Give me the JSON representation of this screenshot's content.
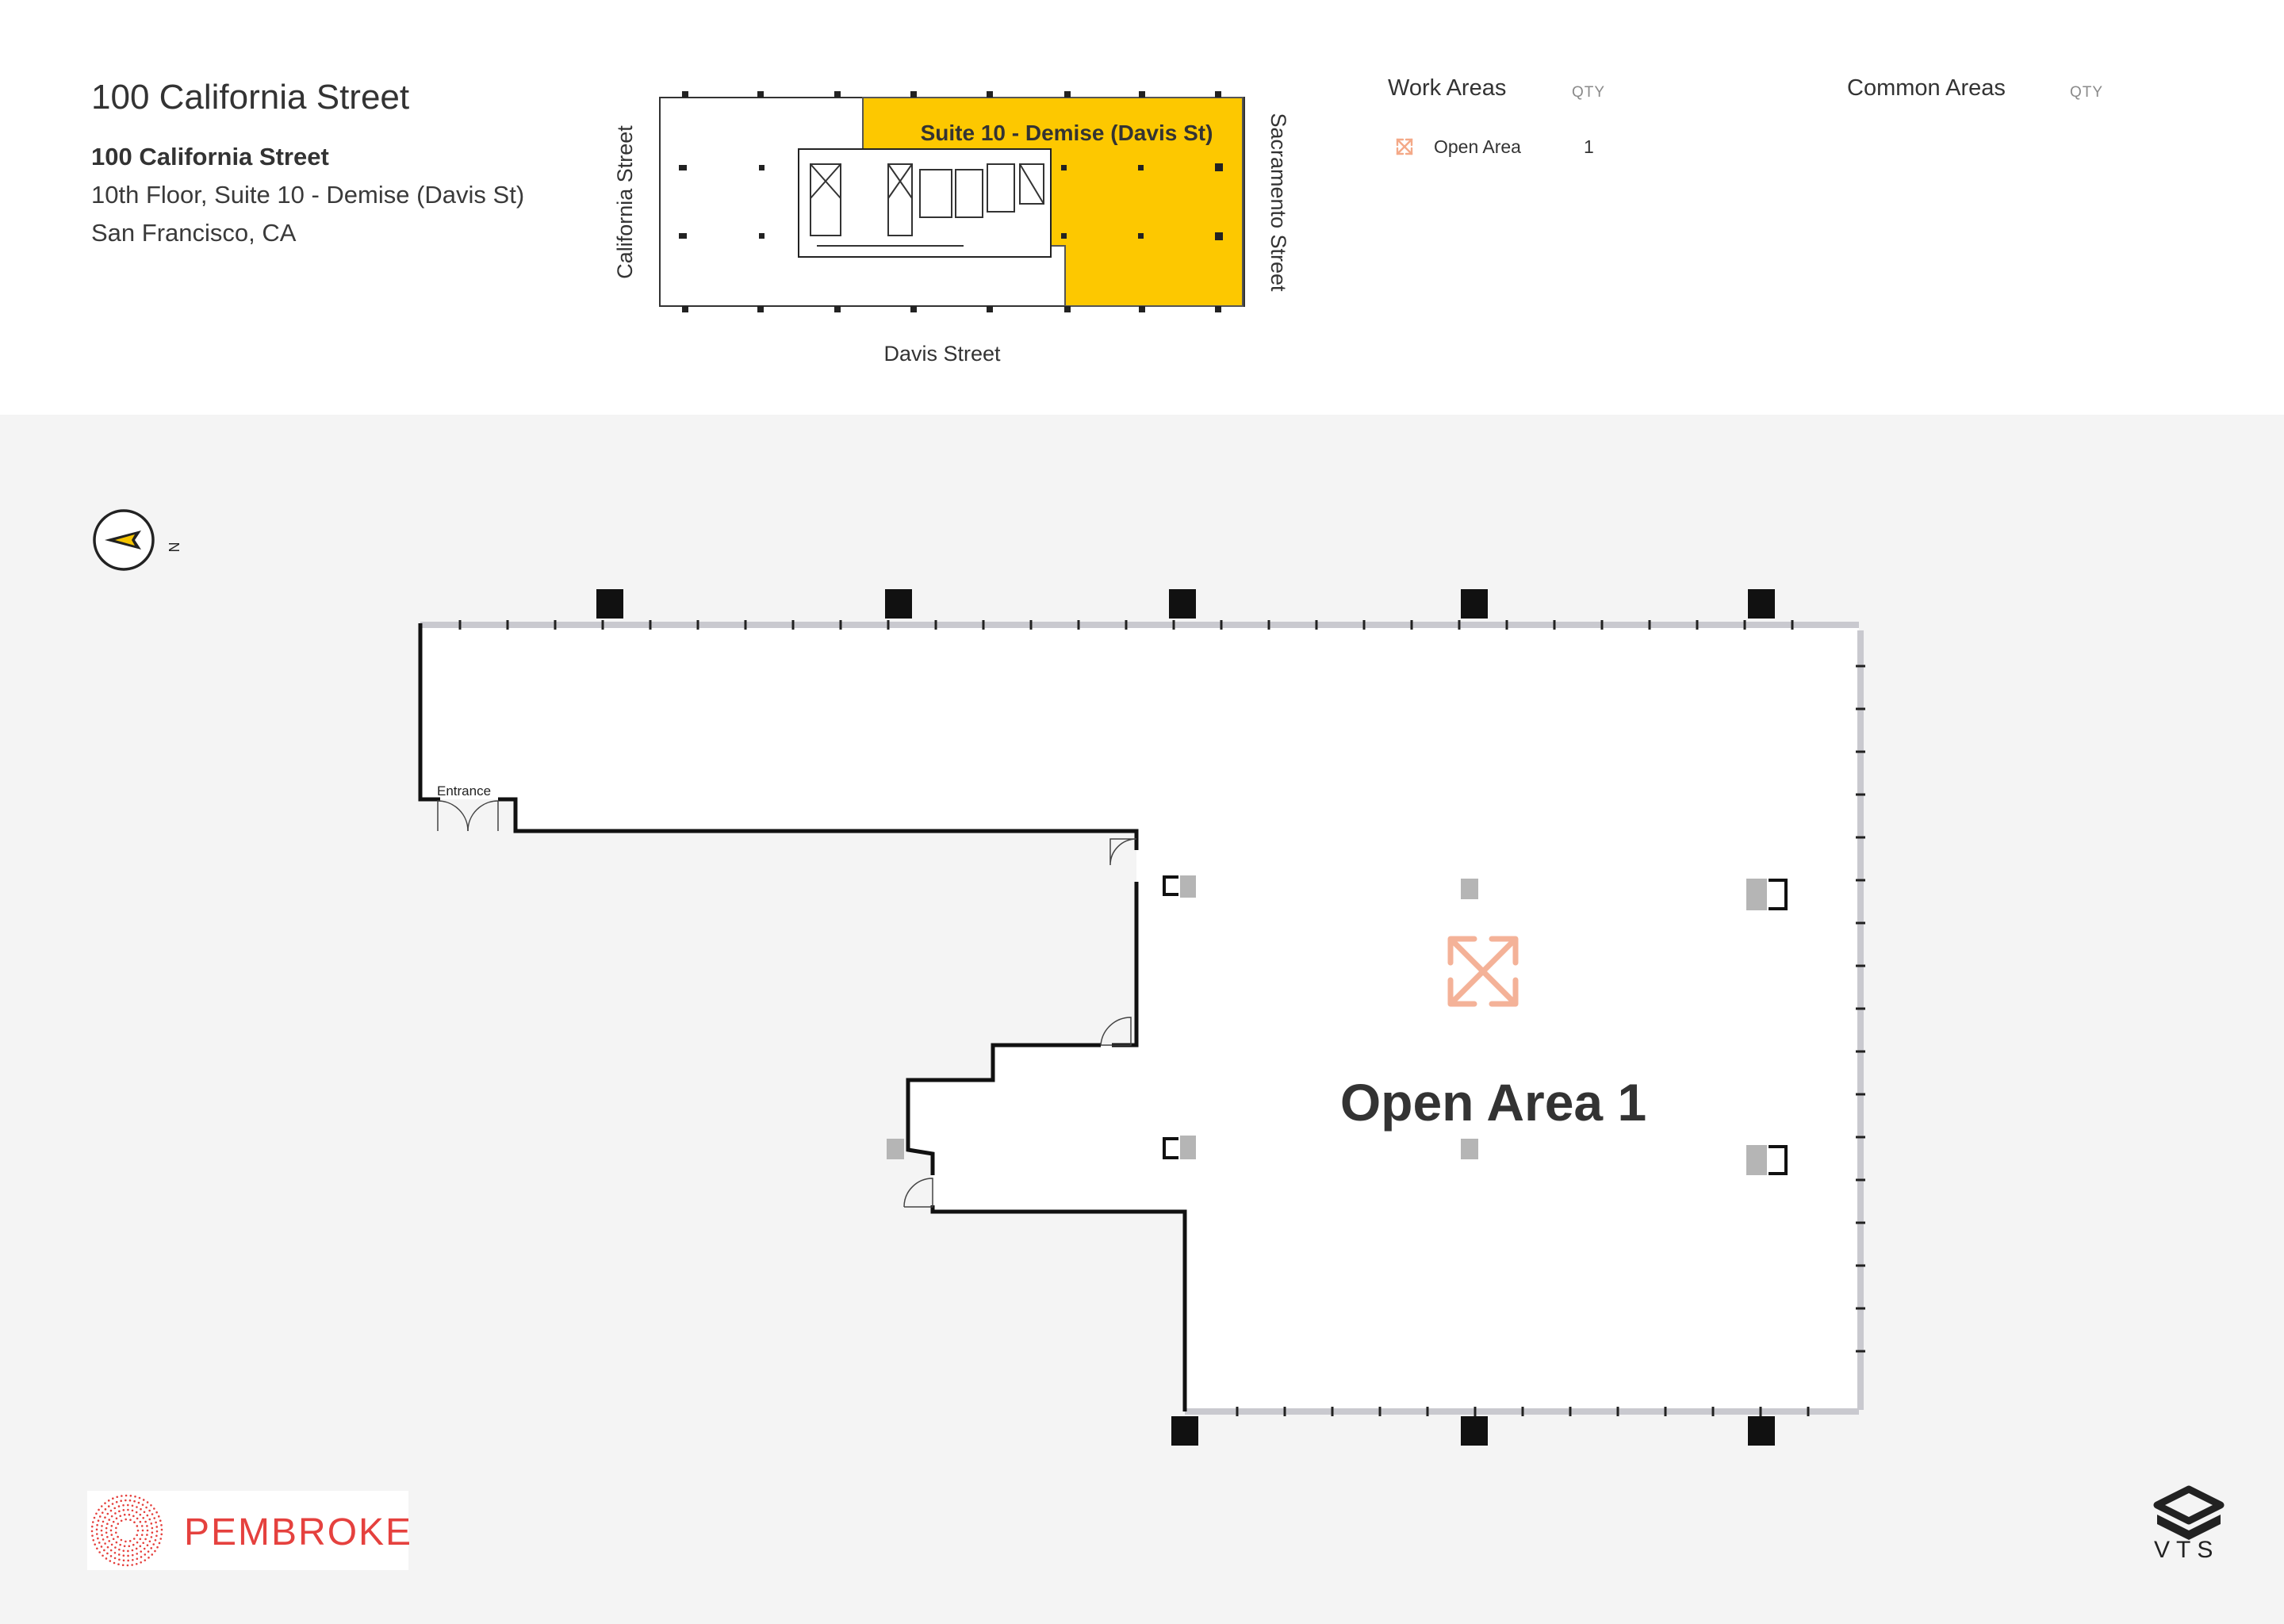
{
  "header": {
    "title": "100 California Street",
    "building_name": "100 California Street",
    "floor_suite": "10th Floor, Suite 10 - Demise (Davis St)",
    "city": "San Francisco, CA"
  },
  "keyplan": {
    "suite_label": "Suite 10 - Demise (Davis St)",
    "street_left": "California Street",
    "street_right": "Sacramento Street",
    "street_bottom": "Davis Street",
    "highlight_color": "#fdc800"
  },
  "legend": {
    "work_areas_heading": "Work Areas",
    "work_qty_heading": "QTY",
    "common_areas_heading": "Common Areas",
    "common_qty_heading": "QTY",
    "items": [
      {
        "label": "Open Area",
        "qty": "1",
        "icon": "expand-arrows-icon",
        "color": "#f4a988"
      }
    ]
  },
  "floorplan": {
    "entrance_label": "Entrance",
    "area_label": "Open Area 1",
    "area_icon": "expand-arrows-icon",
    "area_icon_color": "#f4b298",
    "compass_label": "N",
    "accent_color": "#f5c400"
  },
  "logos": {
    "pembroke": "PEMBROKE",
    "pembroke_color": "#e5413e",
    "vts": "VTS"
  }
}
